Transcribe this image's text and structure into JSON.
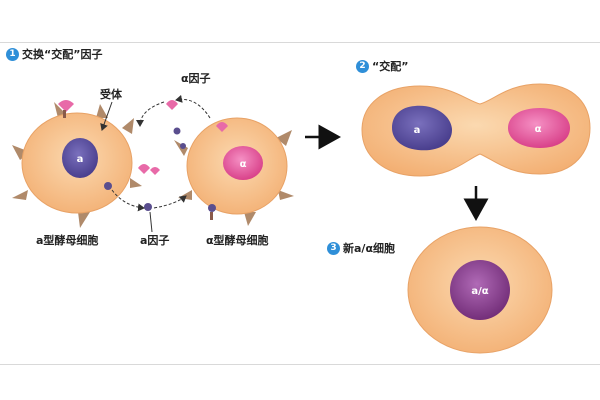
{
  "steps": [
    {
      "number": "1",
      "text": "交换“交配”因子"
    },
    {
      "number": "2",
      "text": "“交配”"
    },
    {
      "number": "3",
      "text": "新a/α细胞"
    }
  ],
  "labels": {
    "receptor": "受体",
    "alpha_factor": "α因子",
    "a_factor": "a因子",
    "a_cell": "a型酵母细胞",
    "alpha_cell": "α型酵母细胞"
  },
  "nuclei": {
    "a": "a",
    "alpha": "α",
    "a_mating": "a",
    "alpha_mating": "α",
    "diploid": "a/α"
  },
  "colors": {
    "cell_fill": "#f7c08a",
    "cell_stroke": "#e8a266",
    "nucleus_a": "#5a4e9e",
    "nucleus_alpha": "#e85a9e",
    "nucleus_diploid": "#8a3d8e",
    "receptor": "#b08a6a",
    "pink_factor": "#e86aa8",
    "purple_factor": "#5a4e8e",
    "badge": "#2f8fd8"
  }
}
